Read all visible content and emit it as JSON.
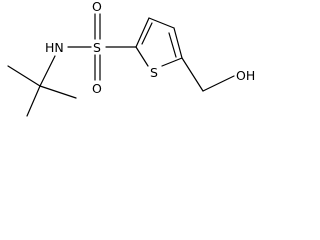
{
  "molecule": {
    "atoms": {
      "nitrogen_hydrogen": "HN",
      "sulfonyl_sulfur": "S",
      "sulfonyl_oxygen_top": "O",
      "sulfonyl_oxygen_bottom": "O",
      "ring_sulfur": "S",
      "hydroxyl": "OH"
    },
    "colors": {
      "bond": "#000000",
      "label": "#000000",
      "background": "#ffffff"
    }
  }
}
